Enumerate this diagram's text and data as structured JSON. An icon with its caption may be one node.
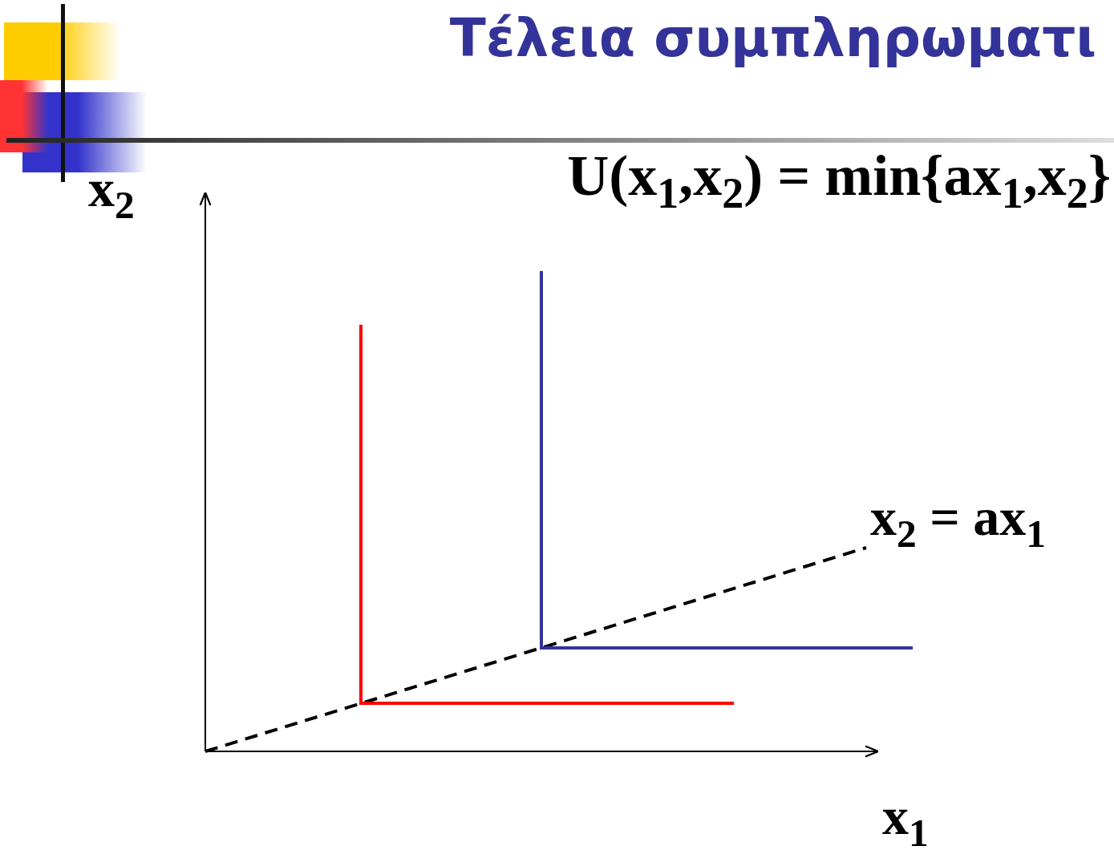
{
  "diagram": {
    "title": "Τέλεια συμπληρωματι",
    "labels": [
      "U(x$_{1}$,x$_{2}$) = min{ax$_{1}$,x$_{2}$}",
      "x$_{2}$",
      "x$_{2}$ = ax$_{1}$",
      "x$_{1}$"
    ]
  }
}
